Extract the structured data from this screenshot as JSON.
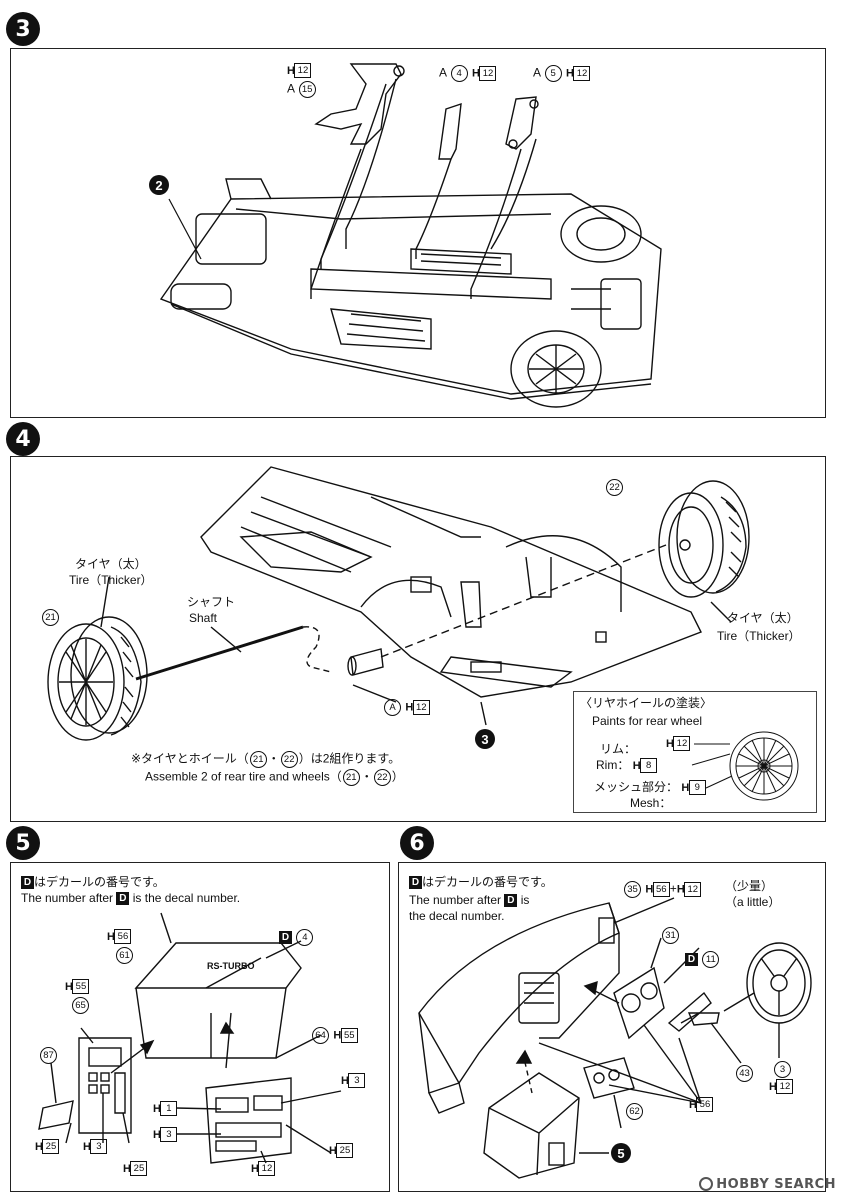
{
  "steps": {
    "s3": {
      "number": "3",
      "parts": {
        "a15": "A",
        "a15_num": "15",
        "a15_ph": "H",
        "a15_ph_num": "12",
        "a4": "A",
        "a4_num": "4",
        "a4_ph": "H",
        "a4_ph_num": "12",
        "a5": "A",
        "a5_num": "5",
        "a5_ph": "H",
        "a5_ph_num": "12",
        "sub": "2"
      }
    },
    "s4": {
      "number": "4",
      "tire_left_jp": "タイヤ（太）",
      "tire_left_en": "Tire（Thicker）",
      "tire_right_jp": "タイヤ（太）",
      "tire_right_en": "Tire（Thicker）",
      "shaft_jp": "シャフト",
      "shaft_en": "Shaft",
      "p21": "21",
      "p22": "22",
      "pa": "A",
      "pa_ph": "H",
      "pa_ph_num": "12",
      "sub": "3",
      "note_jp_pre": "※タイヤとホイール（",
      "note_jp_post": "）は2組作ります。",
      "note_en_pre": "Assemble 2 of rear tire and wheels（",
      "note_en_post": "）",
      "note_sep": "・",
      "paint": {
        "title_jp": "〈リヤホイールの塗装〉",
        "title_en": "Paints for rear wheel",
        "rim_jp": "リム：",
        "rim_en": "Rim：",
        "rim_ph": "H",
        "rim_ph_num": "8",
        "top_ph": "H",
        "top_ph_num": "12",
        "mesh_jp": "メッシュ部分：",
        "mesh_en": "Mesh：",
        "mesh_ph": "H",
        "mesh_ph_num": "9"
      }
    },
    "s5": {
      "number": "5",
      "decal_jp": "はデカールの番号です。",
      "decal_en_pre": "The number after",
      "decal_en_post": "is the decal number.",
      "d_label": "D",
      "d4": "4",
      "p56_ph": "H",
      "p56_num": "56",
      "p61": "61",
      "p55_ph": "H",
      "p55_num": "55",
      "p65": "65",
      "p87": "87",
      "p64": "64",
      "p64_ph": "H",
      "p64_num": "55",
      "p3a_ph": "H",
      "p3a_num": "3",
      "p1_ph": "H",
      "p1_num": "1",
      "p3b_ph": "H",
      "p3b_num": "3",
      "p25a_ph": "H",
      "p25a_num": "25",
      "p3c_ph": "H",
      "p3c_num": "3",
      "p25b_ph": "H",
      "p25b_num": "25",
      "p25c_ph": "H",
      "p25c_num": "25",
      "p12_ph": "H",
      "p12_num": "12",
      "console_text": "RS-TURBO"
    },
    "s6": {
      "number": "6",
      "decal_jp": "はデカールの番号です。",
      "decal_en_1": "The number after",
      "decal_en_2": "is",
      "decal_en_3": "the decal number.",
      "d_label": "D",
      "p35": "35",
      "p35_ph1": "H",
      "p35_ph1_num": "56",
      "p35_plus": "+",
      "p35_ph2": "H",
      "p35_ph2_num": "12",
      "little_jp": "（少量）",
      "little_en": "（a little）",
      "p31": "31",
      "d11": "11",
      "p43": "43",
      "p3": "3",
      "p3_ph": "H",
      "p3_ph_num": "12",
      "p62": "62",
      "p56_ph": "H",
      "p56_num": "56",
      "sub": "5"
    }
  },
  "watermark": "HOBBY SEARCH"
}
